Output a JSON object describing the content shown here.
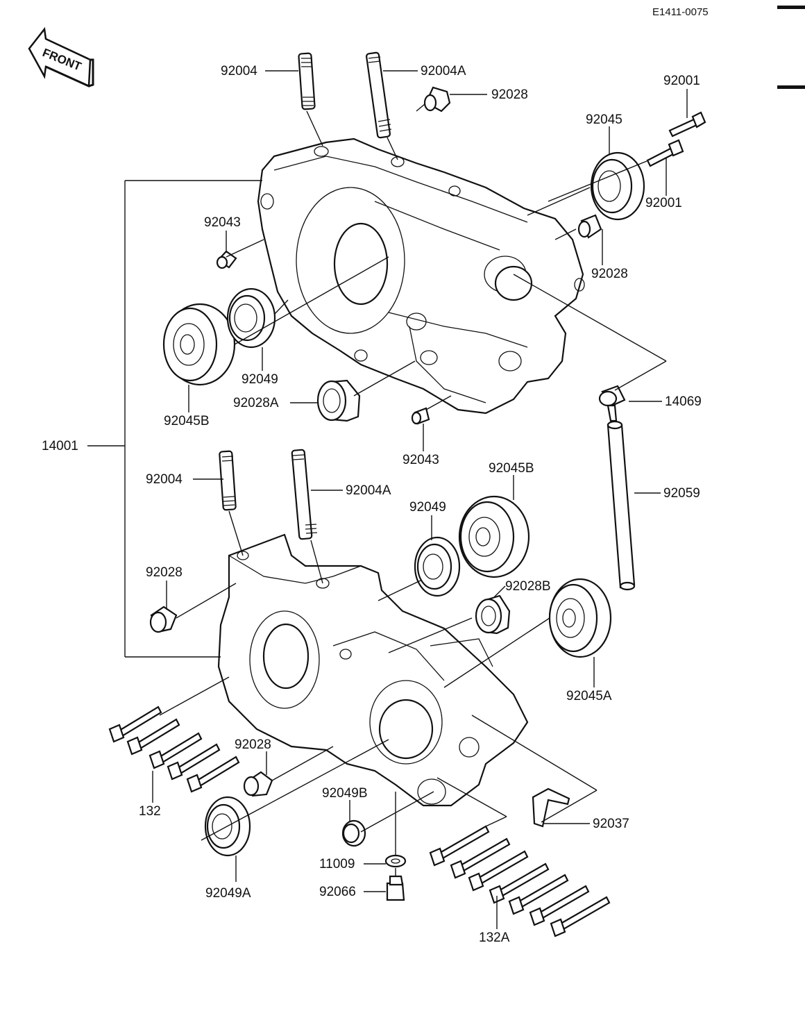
{
  "drawing_code": "E1411-0075",
  "front_label": "FRONT",
  "labels": {
    "p92004_top": "92004",
    "p92004a_top": "92004A",
    "p92028_top": "92028",
    "p92001_top": "92001",
    "p92045": "92045",
    "p92001_mid": "92001",
    "p92043_left": "92043",
    "p92028_right": "92028",
    "p92049_top": "92049",
    "p92045b_left": "92045B",
    "p92028a": "92028A",
    "p14069": "14069",
    "p92043_mid": "92043",
    "p14001": "14001",
    "p92004_low": "92004",
    "p92004a_low": "92004A",
    "p92045b_right": "92045B",
    "p92049_low": "92049",
    "p92059": "92059",
    "p92028_low_left": "92028",
    "p92028b": "92028B",
    "p92045a": "92045A",
    "p92028_bottom": "92028",
    "p132": "132",
    "p92049b": "92049B",
    "p92037": "92037",
    "p11009": "11009",
    "p92066": "92066",
    "p92049a": "92049A",
    "p132a": "132A"
  }
}
